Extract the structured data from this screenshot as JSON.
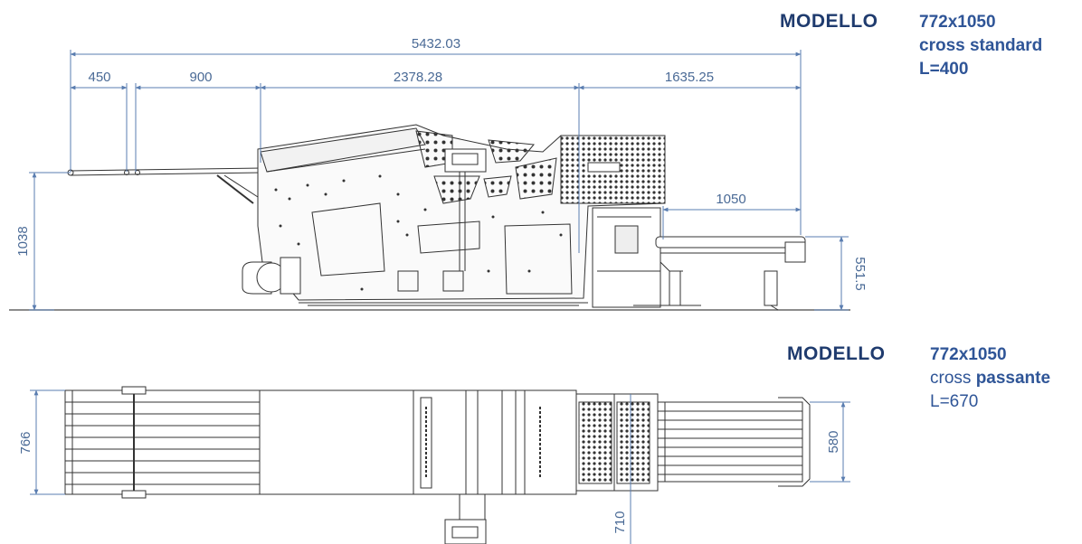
{
  "top_model": {
    "key": "MODELLO",
    "size": "772x1050",
    "variant": "cross standard",
    "length": "L=400"
  },
  "bottom_model": {
    "key": "MODELLO",
    "size": "772x1050",
    "variant_prefix": "cross",
    "variant_bold": "passante",
    "length": "L=670"
  },
  "side_view_dims": {
    "total": "5432.03",
    "seg1": "450",
    "seg2": "900",
    "seg3": "2378.28",
    "seg4": "1635.25",
    "outfeed": "1050",
    "height_left": "1038",
    "height_right": "551.5"
  },
  "top_view_dims": {
    "width_left": "766",
    "width_right": "580",
    "offset": "710"
  },
  "colors": {
    "model_text": "#1f3b6e",
    "dimension_line": "#5a7db0",
    "machine_line": "#333333"
  }
}
